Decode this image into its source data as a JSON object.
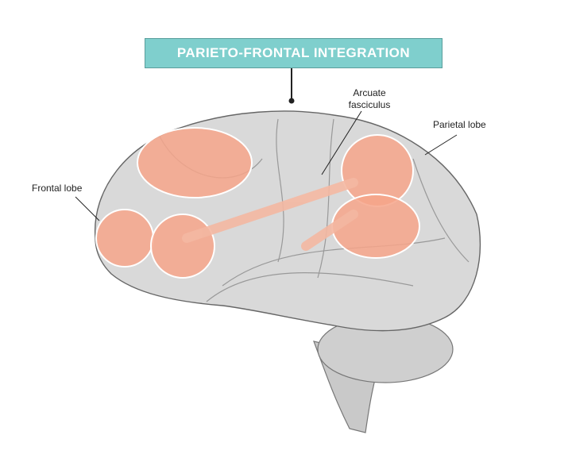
{
  "title": "PARIETO-FRONTAL INTEGRATION",
  "labels": {
    "arcuate": "Arcuate\nfasciculus",
    "arcuate_line1": "Arcuate",
    "arcuate_line2": "fasciculus",
    "parietal": "Parietal lobe",
    "frontal": "Frontal lobe"
  },
  "colors": {
    "title_bg": "#7fcfcd",
    "region": "#f6a58a",
    "brain": "#d8d8d8"
  }
}
